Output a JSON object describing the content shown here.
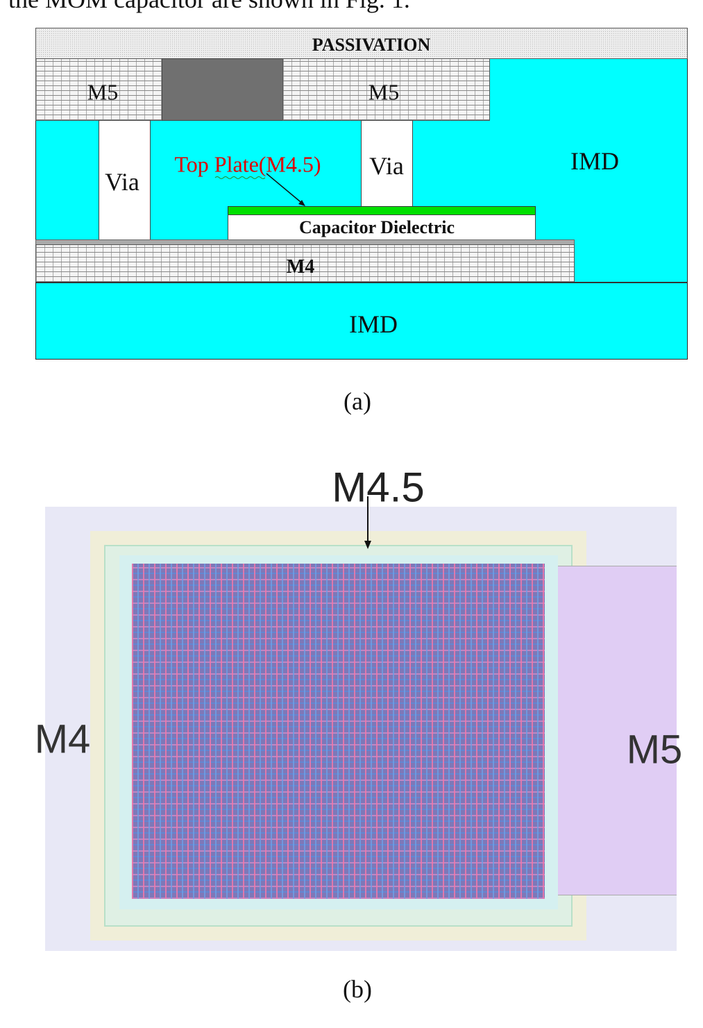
{
  "intro_text": "the MOM capacitor are shown in Fig. 1.",
  "fig_a": {
    "labels": {
      "passivation": "PASSIVATION",
      "m5_left": "M5",
      "m5_right": "M5",
      "via_left": "Via",
      "via_right": "Via",
      "top_plate": "Top Plate(M4.5)",
      "imd_top": "IMD",
      "dielectric": "Capacitor Dielectric",
      "m4": "M4",
      "imd_bottom": "IMD"
    },
    "caption": "(a)",
    "colors": {
      "imd": "#00ffff",
      "top_plate": "#00e000",
      "via_metal": "#707070",
      "label_red": "#e00000"
    }
  },
  "fig_b": {
    "labels": {
      "m45": "M4.5",
      "m4": "M4",
      "m5": "M5"
    },
    "caption": "(b)"
  }
}
